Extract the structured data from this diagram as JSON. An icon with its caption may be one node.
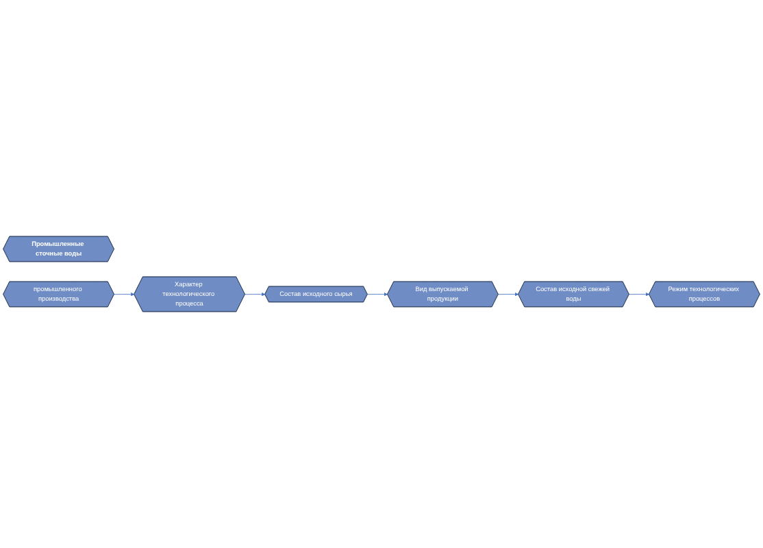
{
  "diagram": {
    "nodes": [
      {
        "text": [
          "Промышленные сточные воды"
        ]
      },
      {
        "text": [
          "промышленного производства"
        ]
      },
      {
        "text": [
          "Характер технологического процесса"
        ]
      },
      {
        "text": [
          "Состав исходного сырья"
        ]
      },
      {
        "text": [
          "Вид выпускаемой продукции"
        ]
      },
      {
        "text": [
          "Состав исходной свежей воды"
        ]
      },
      {
        "text": [
          "Режим технологических процессов"
        ]
      }
    ],
    "edges": [
      {
        "from": 1,
        "to": 2,
        "arrow": "to"
      },
      {
        "from": 2,
        "to": 3,
        "arrow": "to"
      },
      {
        "from": 3,
        "to": 4,
        "arrow": "to"
      },
      {
        "from": 4,
        "to": 5,
        "arrow": "to"
      },
      {
        "from": 5,
        "to": 6,
        "arrow": "to"
      }
    ]
  }
}
